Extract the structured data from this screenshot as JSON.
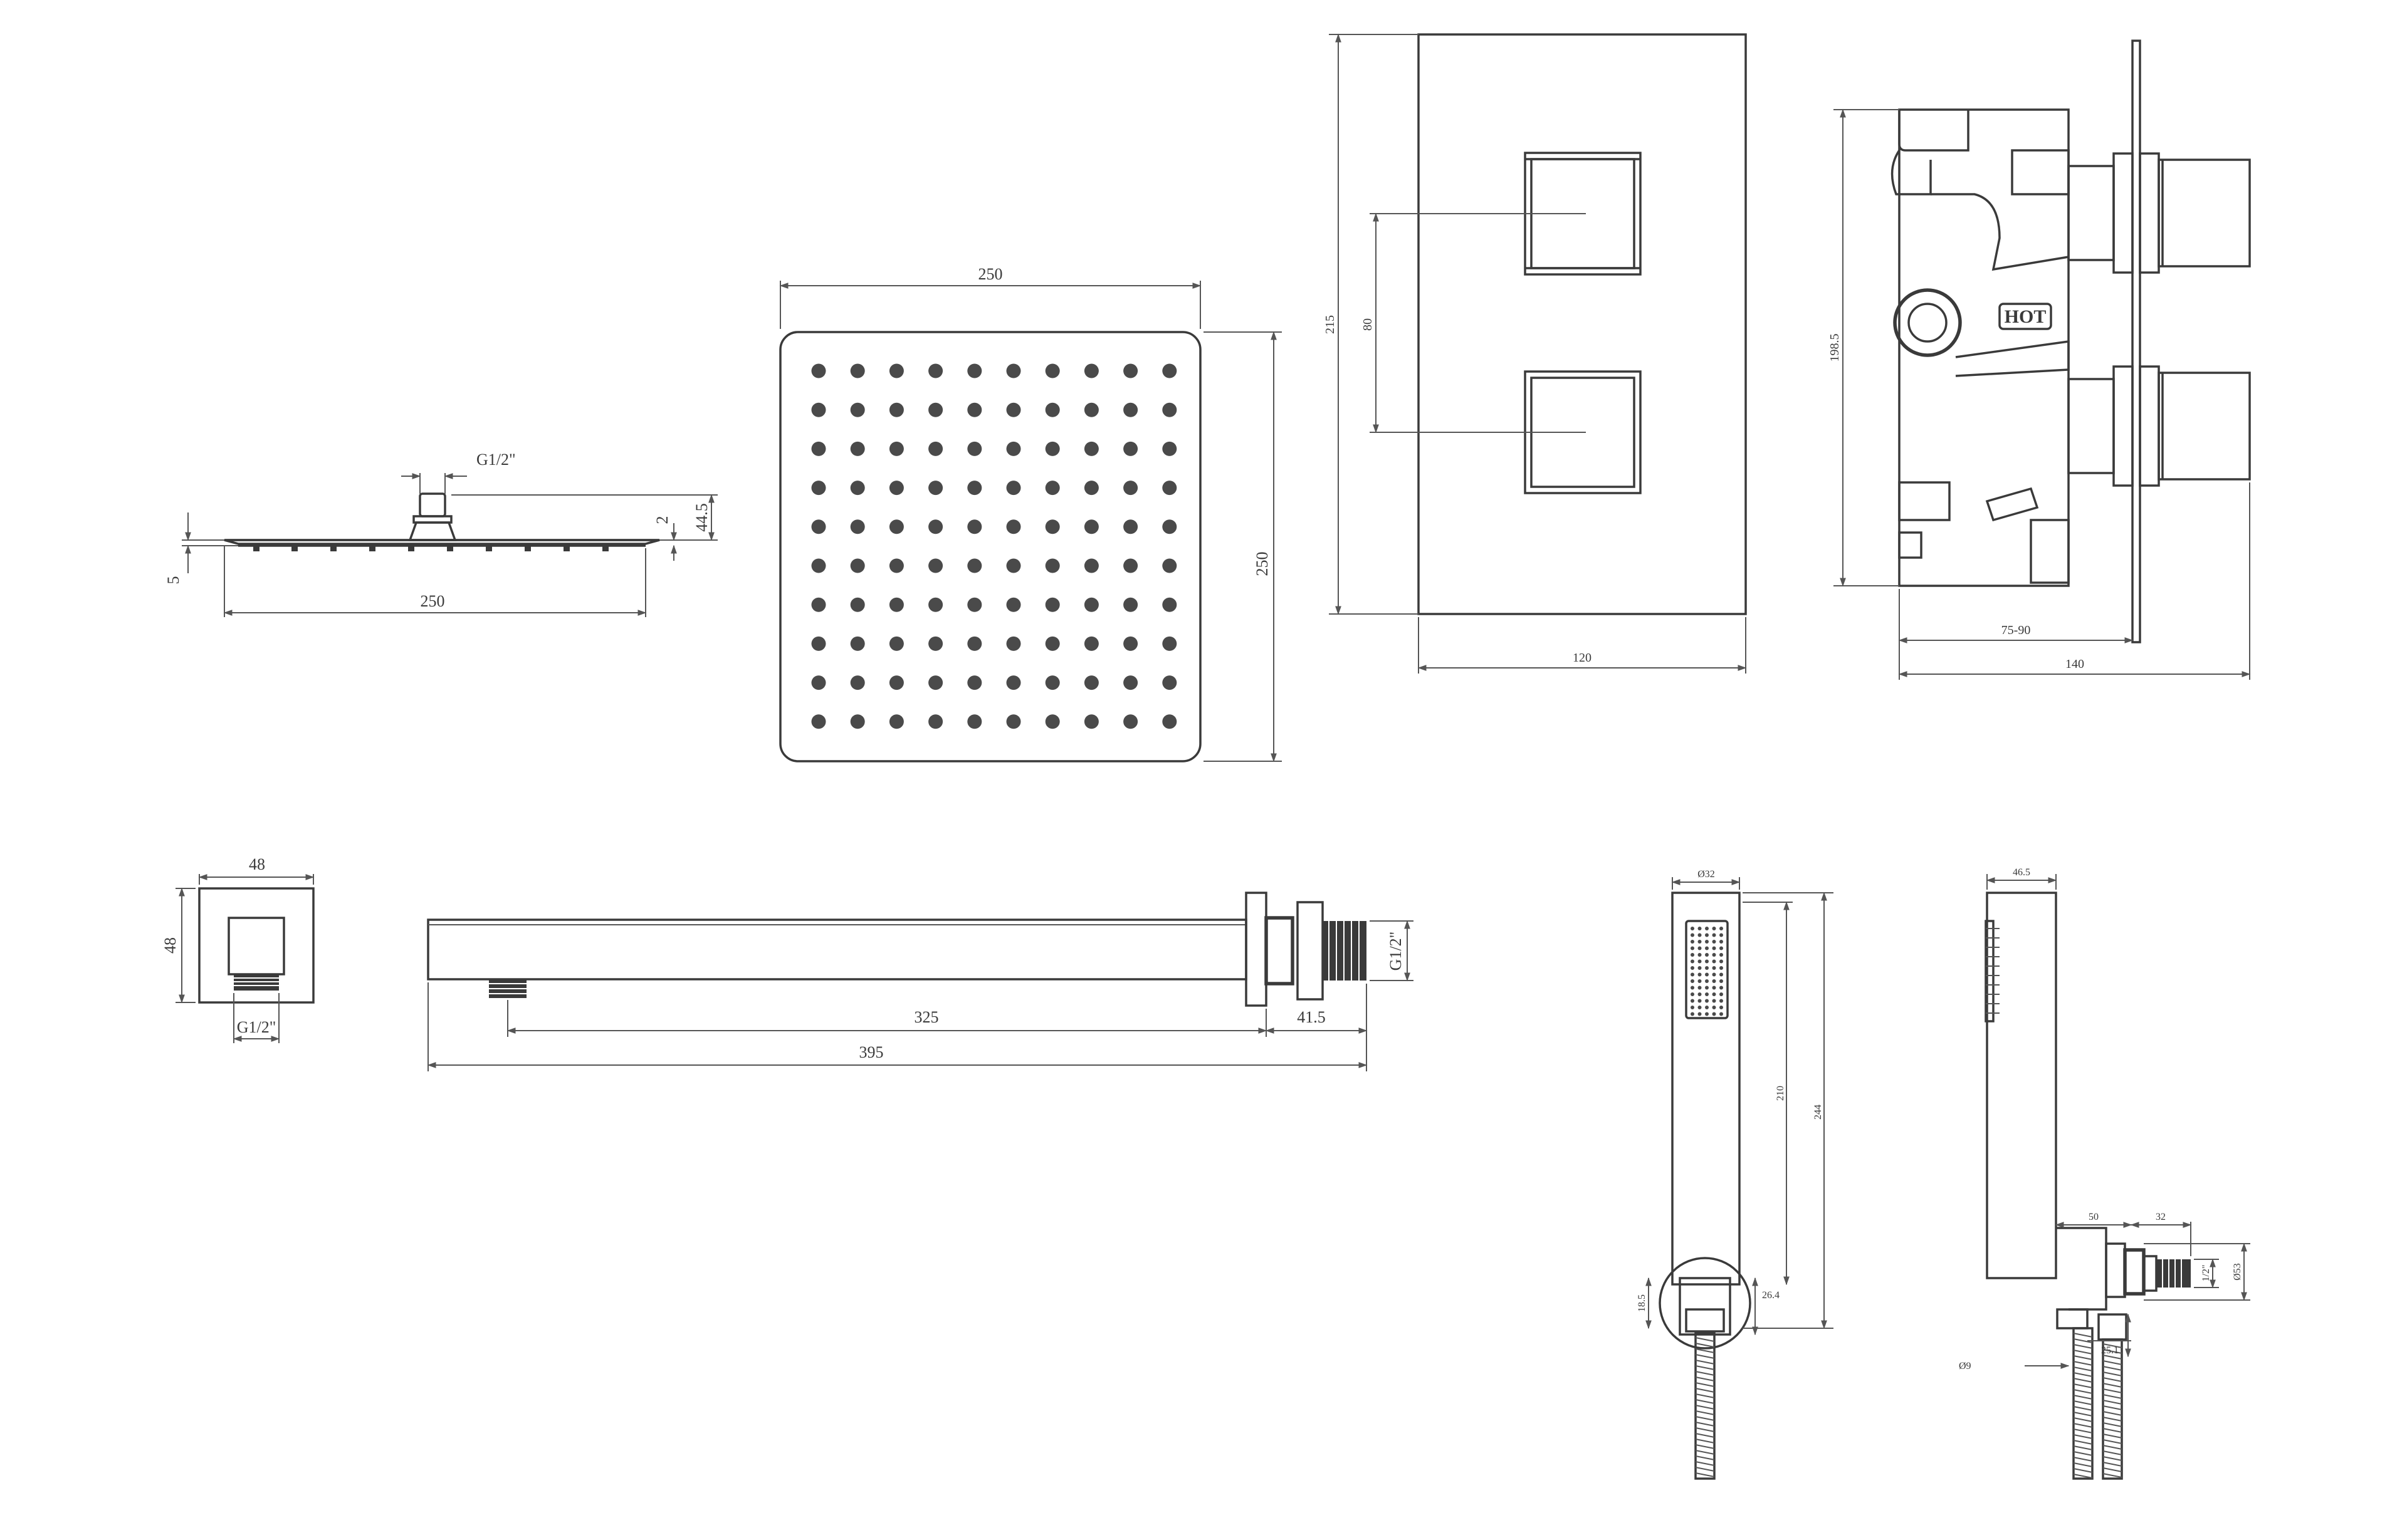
{
  "shower_head_side": {
    "thread": "G1/2\"",
    "width": "250",
    "height": "44.5",
    "thickness_top": "2",
    "thickness_edge": "5"
  },
  "shower_head_top": {
    "width": "250",
    "height": "250"
  },
  "valve_front": {
    "height": "215",
    "handle_spacing": "80",
    "width": "120"
  },
  "valve_side": {
    "height": "198.5",
    "depth_range": "75-90",
    "depth_total": "140",
    "hot_label": "HOT"
  },
  "wall_outlet": {
    "width": "48",
    "height": "48",
    "thread": "G1/2\""
  },
  "shower_arm": {
    "length_inner": "325",
    "flange": "41.5",
    "length_total": "395",
    "thread": "G1/2\""
  },
  "handset_front": {
    "top_dia": "Ø32",
    "length_inner": "210",
    "length_total": "244",
    "bracket_a": "18.5",
    "bracket_b": "26.4"
  },
  "handset_side": {
    "top_depth": "46.5",
    "outlet_a": "50",
    "outlet_b": "32",
    "outlet_thread": "1/2\"",
    "outlet_dia": "Ø53",
    "hose_dia": "Ø9",
    "nut": "25.1"
  }
}
